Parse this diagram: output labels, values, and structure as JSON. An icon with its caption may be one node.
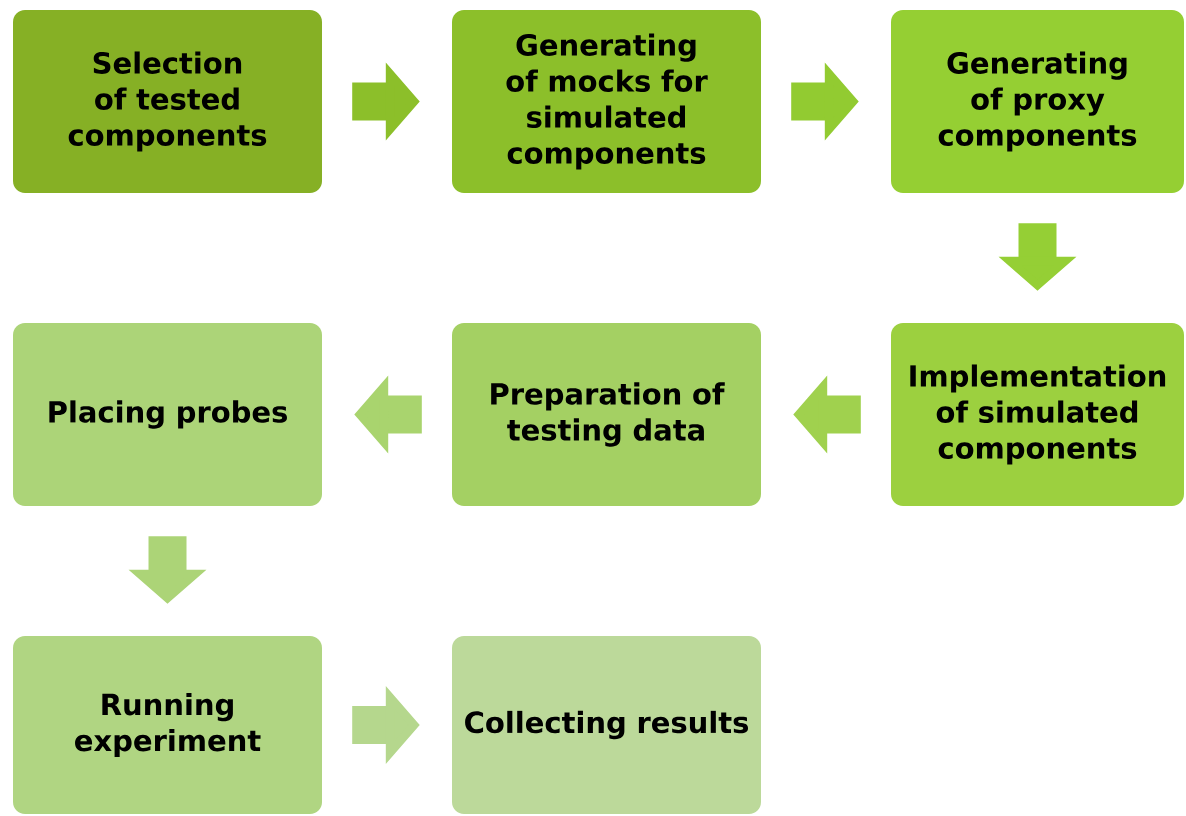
{
  "diagram": {
    "nodes": [
      {
        "text": [
          "Selection of tested components"
        ]
      },
      {
        "text": [
          "Generating of mocks for simulated components"
        ]
      },
      {
        "text": [
          "Generating of proxy components"
        ]
      },
      {
        "text": [
          "Implementation of simulated components"
        ]
      },
      {
        "text": [
          "Preparation of testing data"
        ]
      },
      {
        "text": [
          "Placing probes"
        ]
      },
      {
        "text": [
          "Running experiment"
        ]
      },
      {
        "text": [
          "Collecting results"
        ]
      }
    ],
    "edges": [
      {
        "from": 0,
        "to": 1,
        "arrow": "to",
        "color": "#8cbf2a"
      },
      {
        "from": 1,
        "to": 2,
        "arrow": "to",
        "color": "#92cb31"
      },
      {
        "from": 2,
        "to": 3,
        "arrow": "to",
        "color": "#95cf35"
      },
      {
        "from": 3,
        "to": 4,
        "arrow": "to",
        "color": "#a0d14e"
      },
      {
        "from": 4,
        "to": 5,
        "arrow": "to",
        "color": "#a9d46e"
      },
      {
        "from": 5,
        "to": 6,
        "arrow": "to",
        "color": "#acd477"
      },
      {
        "from": 6,
        "to": 7,
        "arrow": "to",
        "color": "#b5d78d"
      }
    ]
  }
}
